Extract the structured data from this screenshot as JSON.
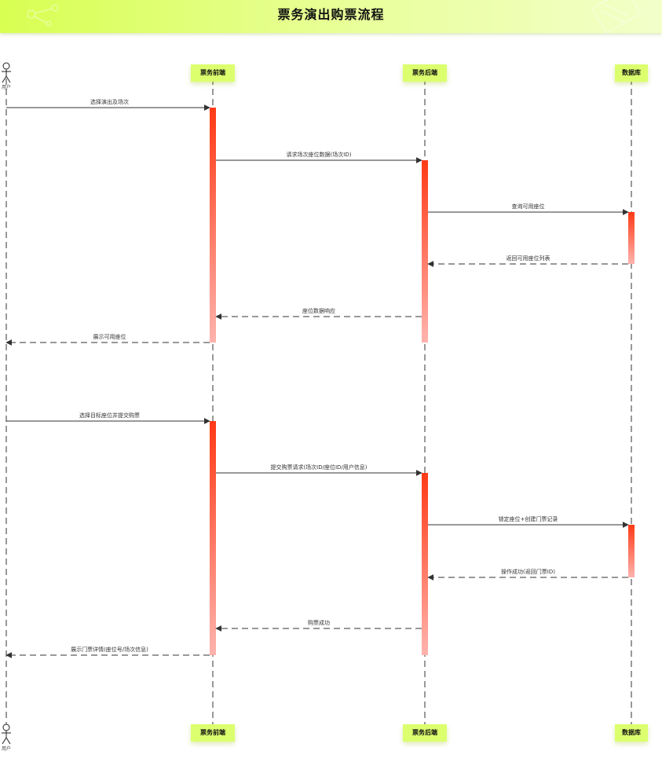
{
  "title": "票务演出购票流程",
  "colors": {
    "header_start": "#d8ff52",
    "header_end": "#f3ffc9",
    "participant_fill": "#dcff6e",
    "activation_top": "#ff3a16",
    "activation_bottom": "#ffb3ad",
    "line": "#333333"
  },
  "participants": [
    {
      "id": "user",
      "label": "用户",
      "kind": "actor"
    },
    {
      "id": "frontend",
      "label": "票务前端",
      "kind": "box"
    },
    {
      "id": "backend",
      "label": "票务后端",
      "kind": "box"
    },
    {
      "id": "db",
      "label": "数据库",
      "kind": "box"
    }
  ],
  "messages": [
    {
      "from": "user",
      "to": "frontend",
      "label": "选择演出及场次",
      "style": "solid"
    },
    {
      "from": "frontend",
      "to": "backend",
      "label": "请求场次座位数据(场次ID)",
      "style": "solid"
    },
    {
      "from": "backend",
      "to": "db",
      "label": "查询可用座位",
      "style": "solid"
    },
    {
      "from": "db",
      "to": "backend",
      "label": "返回可用座位列表",
      "style": "dashed"
    },
    {
      "from": "backend",
      "to": "frontend",
      "label": "座位数据响应",
      "style": "dashed"
    },
    {
      "from": "frontend",
      "to": "user",
      "label": "展示可用座位",
      "style": "dashed"
    },
    {
      "from": "user",
      "to": "frontend",
      "label": "选择目标座位并提交购票",
      "style": "solid"
    },
    {
      "from": "frontend",
      "to": "backend",
      "label": "提交购票请求(场次ID/座位ID/用户信息)",
      "style": "solid"
    },
    {
      "from": "backend",
      "to": "db",
      "label": "锁定座位+创建门票记录",
      "style": "solid"
    },
    {
      "from": "db",
      "to": "backend",
      "label": "操作成功(返回门票ID)",
      "style": "dashed"
    },
    {
      "from": "backend",
      "to": "frontend",
      "label": "购票成功",
      "style": "dashed"
    },
    {
      "from": "frontend",
      "to": "user",
      "label": "展示门票详情(座位号/场次信息)",
      "style": "dashed"
    }
  ]
}
